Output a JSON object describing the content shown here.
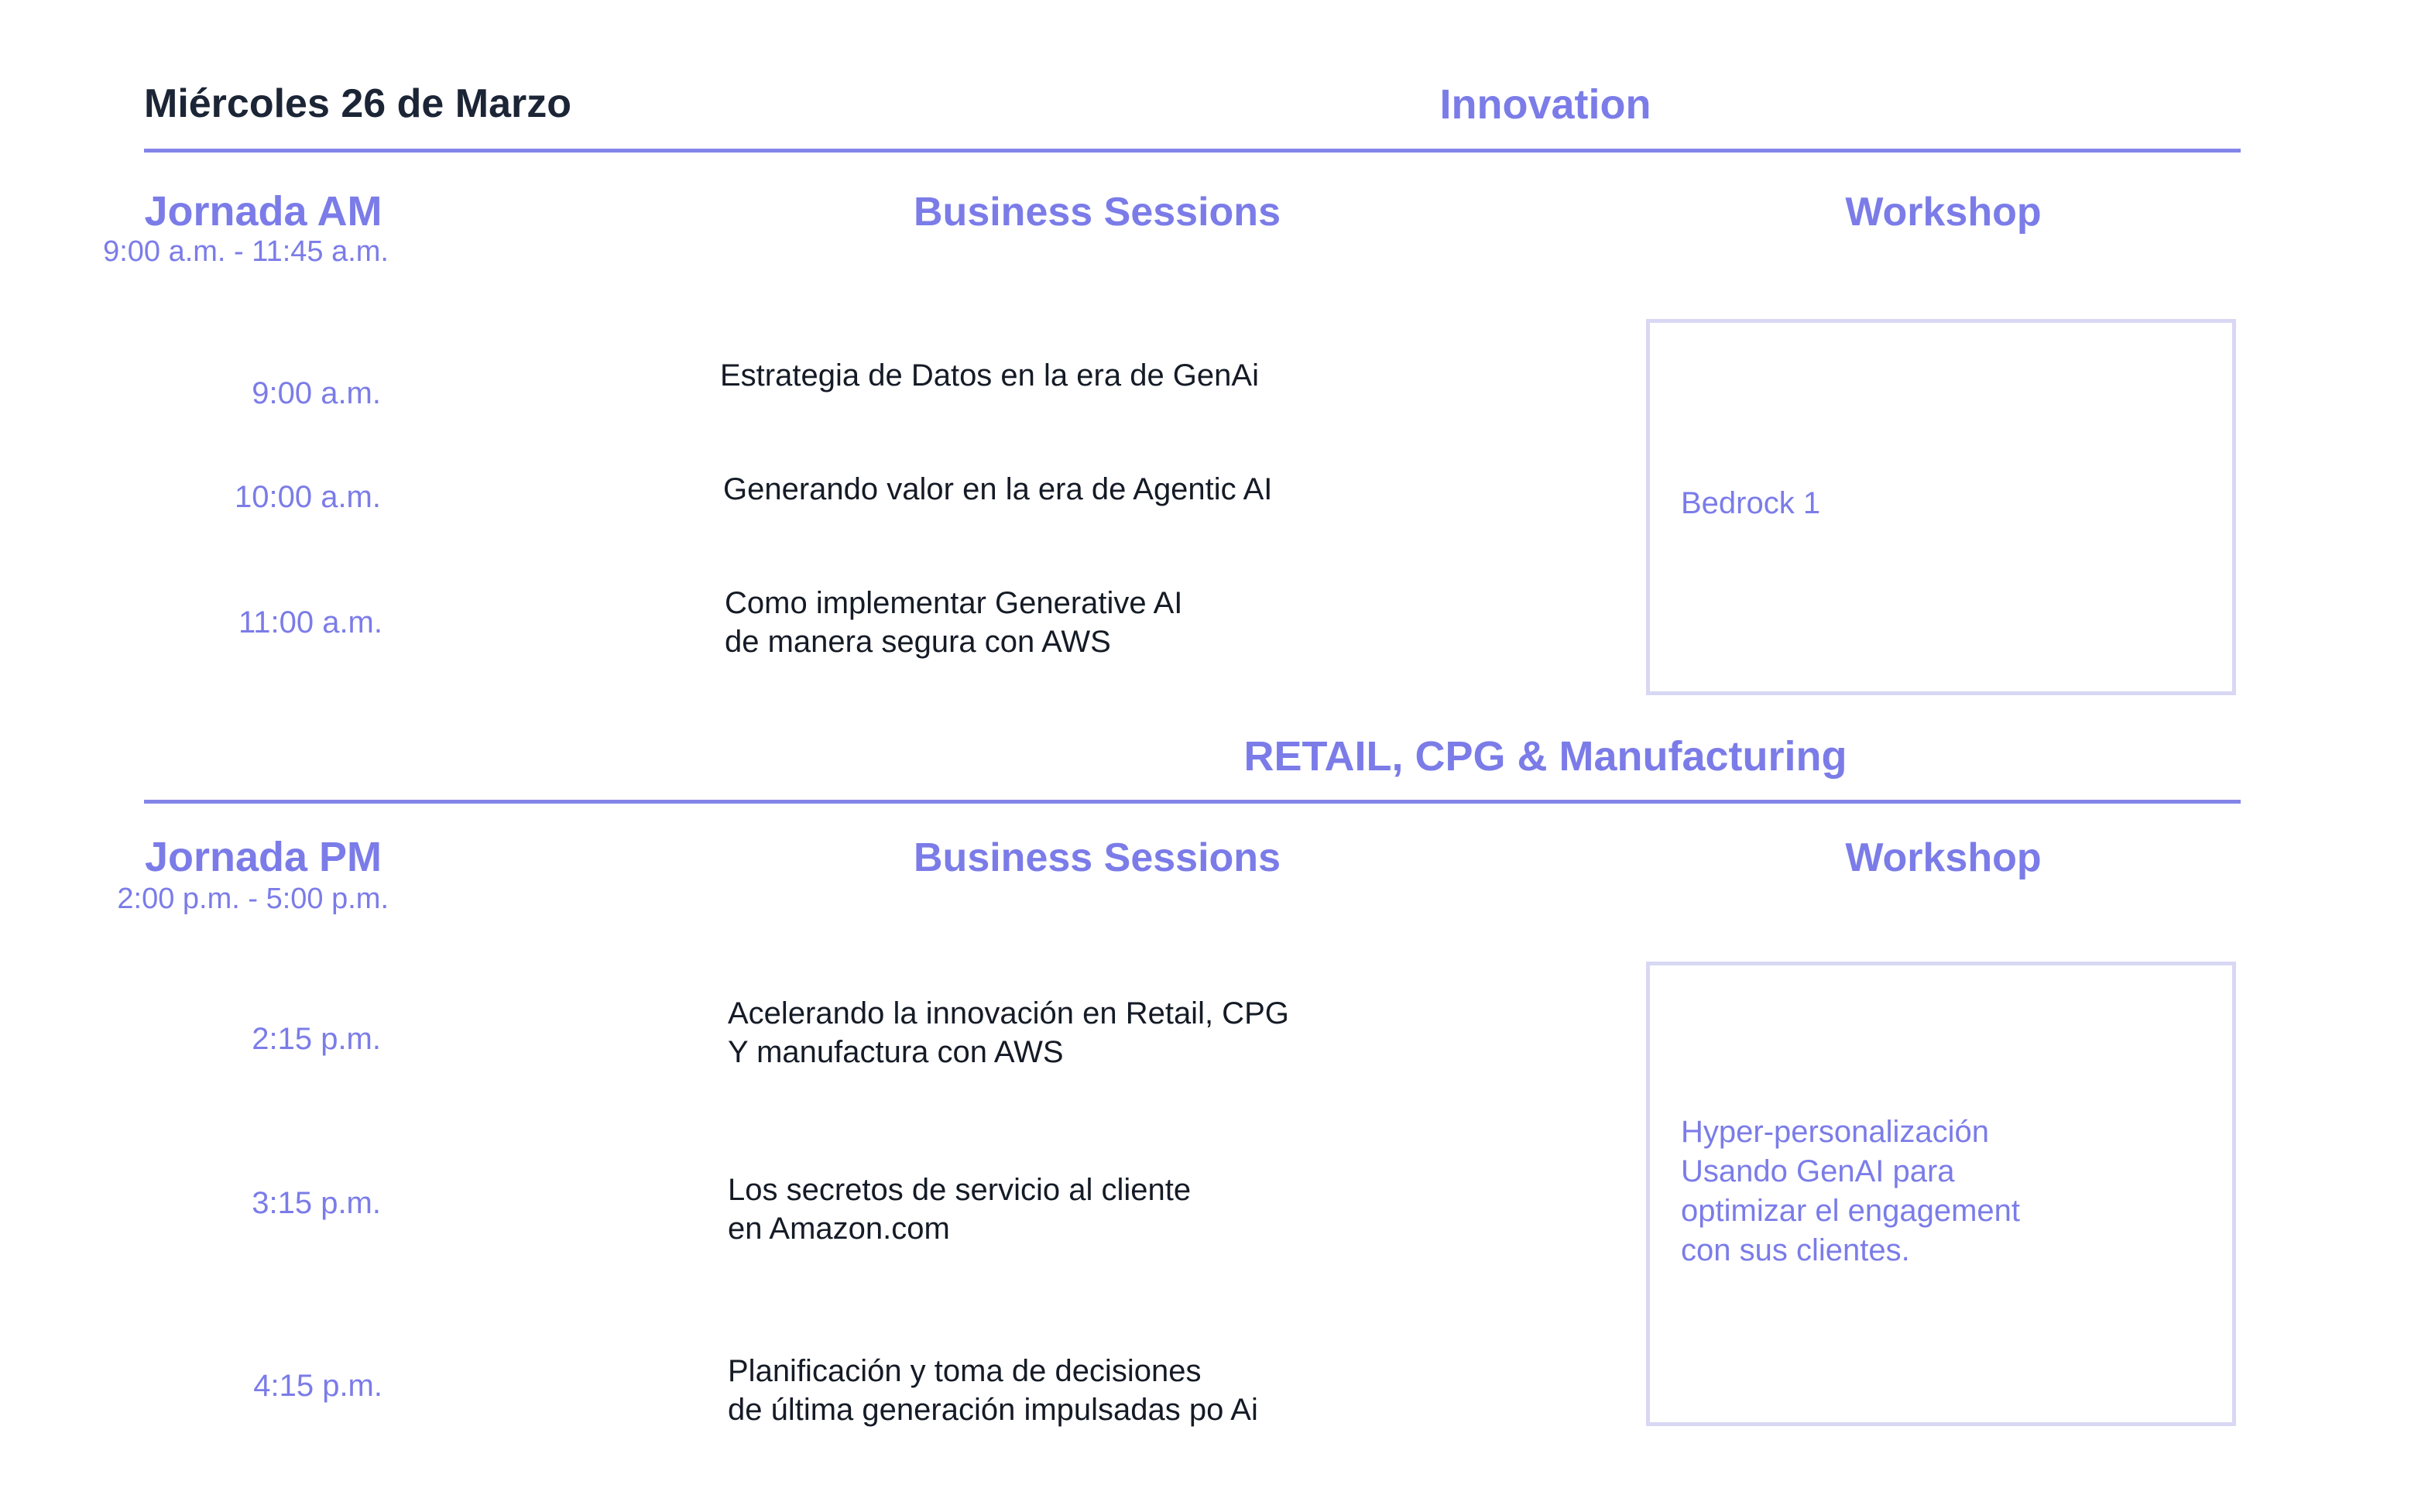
{
  "header": {
    "date": "Miércoles 26 de Marzo"
  },
  "am": {
    "track": "Innovation",
    "jornada": "Jornada AM",
    "range": "9:00 a.m. - 11:45 a.m.",
    "business_heading": "Business Sessions",
    "workshop_heading": "Workshop",
    "sessions": [
      {
        "time": "9:00 a.m.",
        "lines": [
          "Estrategia de Datos en la era de GenAi"
        ]
      },
      {
        "time": "10:00 a.m.",
        "lines": [
          "Generando valor en la era de Agentic AI"
        ]
      },
      {
        "time": "11:00 a.m.",
        "lines": [
          "Como implementar Generative AI",
          "de manera segura con AWS"
        ]
      }
    ],
    "workshop": "Bedrock 1"
  },
  "pm": {
    "track": "RETAIL, CPG & Manufacturing",
    "jornada": "Jornada PM",
    "range": "2:00 p.m. - 5:00 p.m.",
    "business_heading": "Business Sessions",
    "workshop_heading": "Workshop",
    "sessions": [
      {
        "time": "2:15 p.m.",
        "lines": [
          "Acelerando la innovación en Retail, CPG",
          "Y manufactura con AWS"
        ]
      },
      {
        "time": "3:15 p.m.",
        "lines": [
          "Los secretos de servicio al cliente",
          "en Amazon.com"
        ]
      },
      {
        "time": "4:15 p.m.",
        "lines": [
          "Planificación y toma de decisiones",
          "de última generación impulsadas po Ai"
        ]
      }
    ],
    "workshop": "Hyper-personalización\nUsando GenAI para\noptimizar el engagement\ncon sus clientes."
  },
  "colors": {
    "accent": "#7b7ce8",
    "rule": "#8385e8",
    "box_border": "#d8d8f4",
    "dark_text": "#1b2536"
  }
}
